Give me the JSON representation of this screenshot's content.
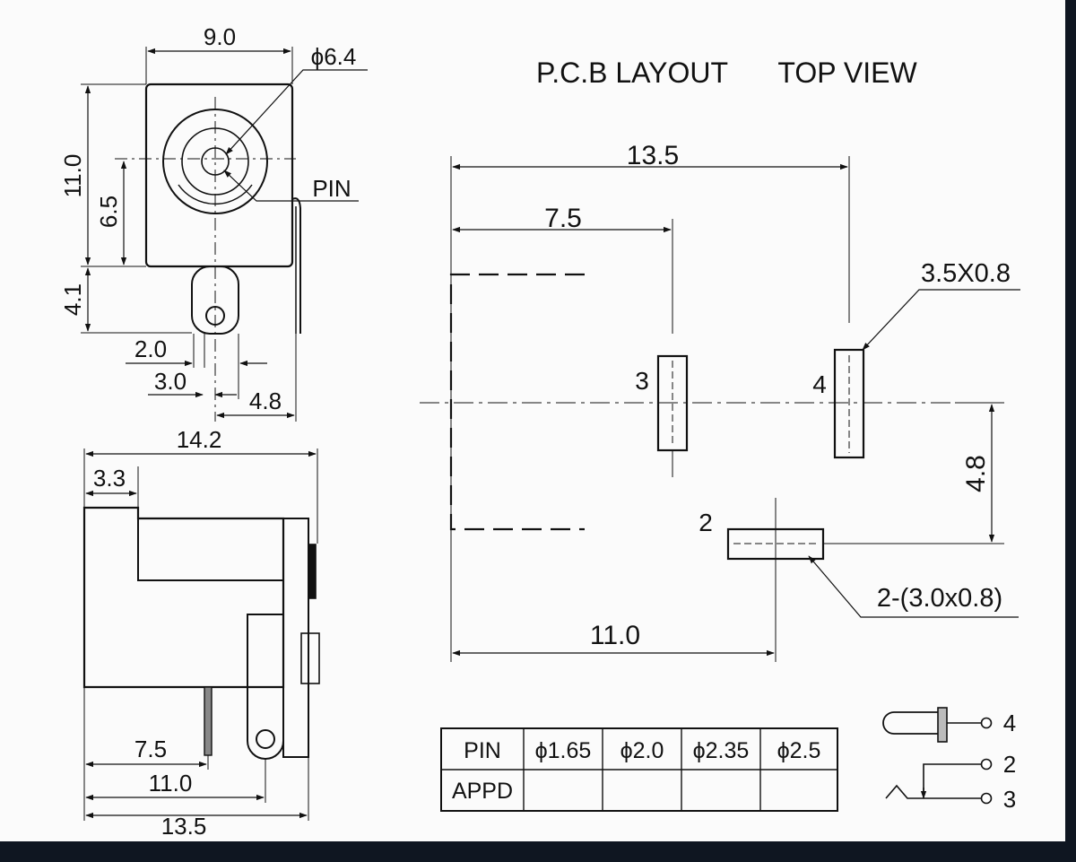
{
  "colors": {
    "paper": "#fbfbfb",
    "ink": "#111111",
    "frame": "#0f1621"
  },
  "title": {
    "pcb_layout": "P.C.B LAYOUT",
    "top_view": "TOP VIEW"
  },
  "front_view": {
    "width": "9.0",
    "bore_diameter": "ϕ6.4",
    "pin_callout": "PIN",
    "height": "11.0",
    "center_height": "6.5",
    "pin_length": "4.1",
    "dim_2_0": "2.0",
    "dim_3_0": "3.0",
    "dim_4_8": "4.8"
  },
  "side_view": {
    "overall_length": "14.2",
    "front_lip": "3.3",
    "dim_7_5": "7.5",
    "dim_11_0": "11.0",
    "dim_13_5": "13.5"
  },
  "pcb": {
    "dim_13_5": "13.5",
    "dim_7_5": "7.5",
    "dim_11_0": "11.0",
    "dim_4_8": "4.8",
    "pad_3_4": "3.5X0.8",
    "pad_2": "2-(3.0x0.8)",
    "pin3": "3",
    "pin4": "4",
    "pin2": "2"
  },
  "pin_table": {
    "header_label": "PIN",
    "columns": [
      "ϕ1.65",
      "ϕ2.0",
      "ϕ2.35",
      "ϕ2.5"
    ],
    "row_label": "APPD",
    "row_values": [
      "",
      "",
      "",
      ""
    ]
  },
  "schematic": {
    "pin4": "4",
    "pin2": "2",
    "pin3": "3"
  }
}
